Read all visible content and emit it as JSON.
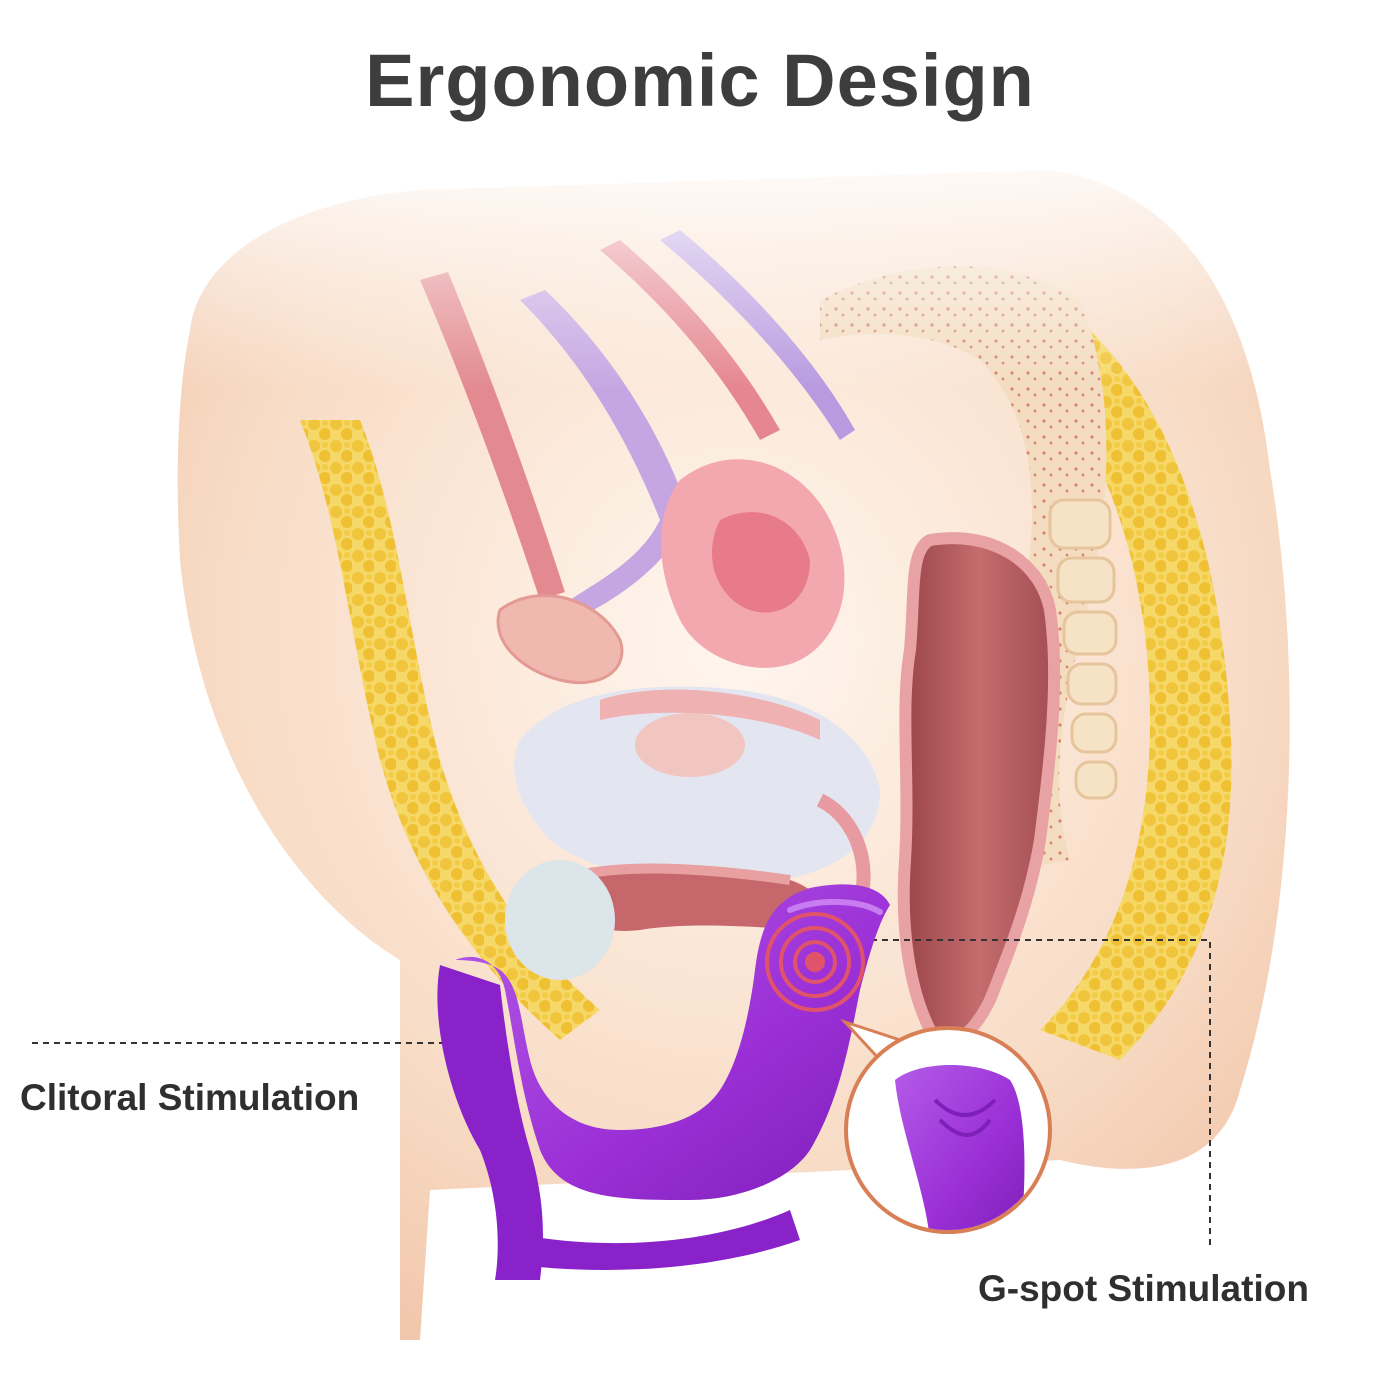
{
  "title": "Ergonomic Design",
  "labels": {
    "clitoral": "Clitoral Stimulation",
    "gspot": "G-spot Stimulation"
  },
  "colors": {
    "title_text": "#3d3d3d",
    "label_text": "#2f2f2f",
    "device_purple": "#9a2fd6",
    "device_highlight": "#b65ae6",
    "vibration_rings": "#e0536a",
    "skin": "#f7d9c3",
    "fat_layer": "#f3cf4a",
    "rectum": "#b85a5e",
    "bladder": "#dfe2ee",
    "spine": "#f0d3b0"
  },
  "icons": [
    "vibration-rings-icon",
    "zoom-callout-icon"
  ]
}
